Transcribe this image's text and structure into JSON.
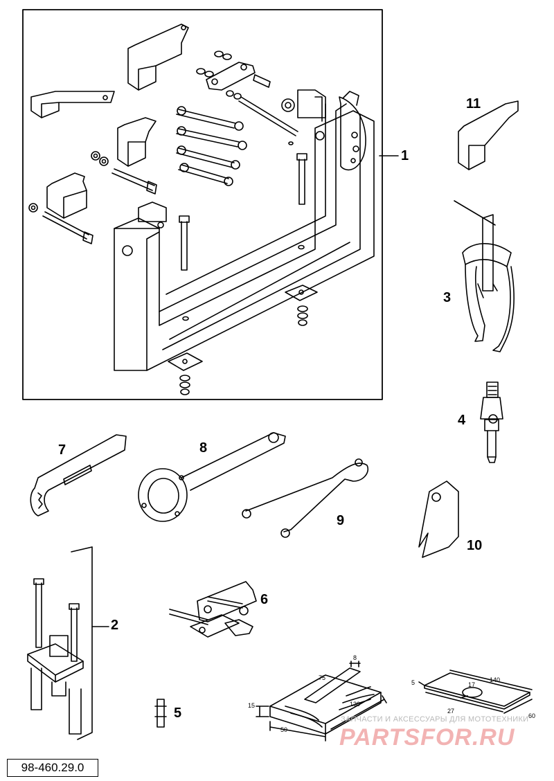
{
  "callouts": {
    "c1": "1",
    "c2": "2",
    "c3": "3",
    "c4": "4",
    "c5": "5",
    "c6": "6",
    "c7": "7",
    "c8": "8",
    "c9": "9",
    "c10": "10",
    "c11": "11"
  },
  "dimensions": {
    "block_depth": "8",
    "block_slot": "75",
    "block_height": "15",
    "block_length": "130",
    "block_width": "50",
    "plate_thickness": "5",
    "plate_length": "140",
    "plate_hole": "17",
    "plate_offset": "27",
    "plate_width": "60"
  },
  "part_number": "98-460.29.0",
  "watermark": {
    "caption": "ЗАПЧАСТИ И АКСЕССУАРЫ ДЛЯ МОТОТЕХНИКИ",
    "logo": "PARTSFOR.RU"
  }
}
